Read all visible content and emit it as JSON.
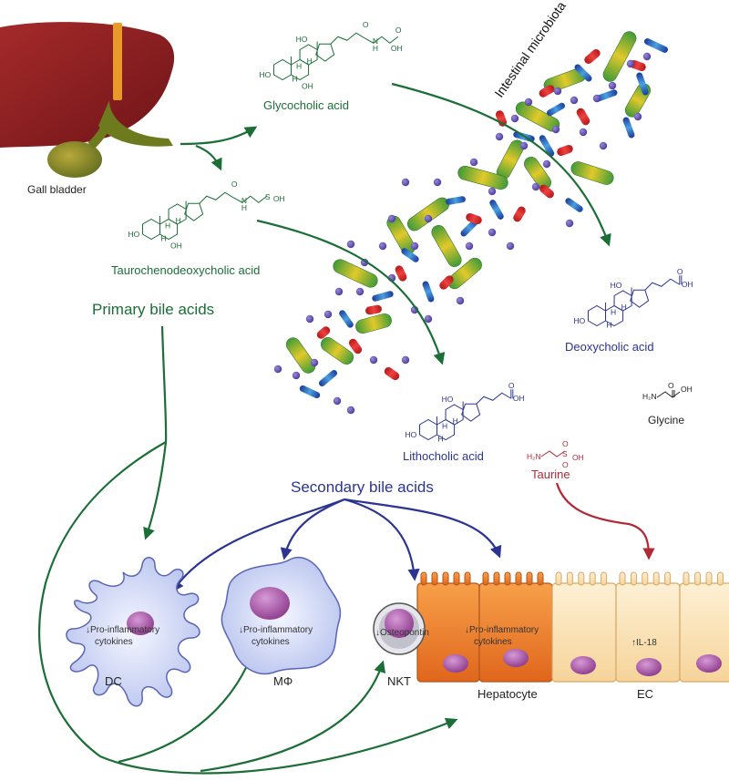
{
  "organ": {
    "gall_bladder_label": "Gall bladder"
  },
  "microbiota": {
    "label": "Intestinal microbiota"
  },
  "bile_acids": {
    "glycocholic": "Glycocholic acid",
    "taurochenodeoxycholic": "Taurochenodeoxycholic acid",
    "deoxycholic": "Deoxycholic acid",
    "lithocholic": "Lithocholic acid",
    "primary_label": "Primary bile acids",
    "secondary_label": "Secondary bile acids"
  },
  "amino_acids": {
    "glycine": "Glycine",
    "taurine": "Taurine"
  },
  "chem_labels": {
    "ho": "HO",
    "oh": "OH",
    "o": "O",
    "h": "H",
    "n": "N",
    "s": "S",
    "h2n": "H₂N",
    "alpha_h": "H"
  },
  "cells": {
    "dc": {
      "label": "DC",
      "effect": "↓Pro-inflammatory\ncytokines"
    },
    "macrophage": {
      "label": "MΦ",
      "effect": "↓Pro-inflammatory\ncytokines"
    },
    "nkt": {
      "label": "NKT",
      "effect": "↓Osteopontin"
    },
    "hepatocyte": {
      "label": "Hepatocyte",
      "effect": "↓Pro-inflammatory\ncytokines"
    },
    "ec": {
      "label": "EC",
      "effect": "↑IL-18"
    }
  },
  "colors": {
    "primary_green": "#1b6e36",
    "secondary_blue": "#2b3591",
    "taurine_red": "#b02a37",
    "liver": "#8b1a1f",
    "hepatocyte": "#f08a2a",
    "ec": "#fbe3b8",
    "nucleus": "#a04a9c"
  }
}
